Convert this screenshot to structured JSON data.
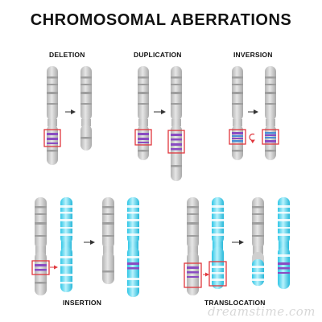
{
  "title": "CHROMOSOMAL ABERRATIONS",
  "panels": {
    "deletion": "DELETION",
    "duplication": "DUPLICATION",
    "inversion": "INVERSION",
    "insertion": "INSERTION",
    "translocation": "TRANSLOCATION"
  },
  "colors": {
    "gray_chromosome": "#cfcfcf",
    "blue_chromosome": "#62dcf2",
    "highlight_box": "#e0373d",
    "purple_band": "#8a4cc2",
    "arrow": "#333333"
  },
  "icons": [
    "right-arrow-icon",
    "circular-arrow-icon"
  ],
  "watermark": "dreamstime.com"
}
